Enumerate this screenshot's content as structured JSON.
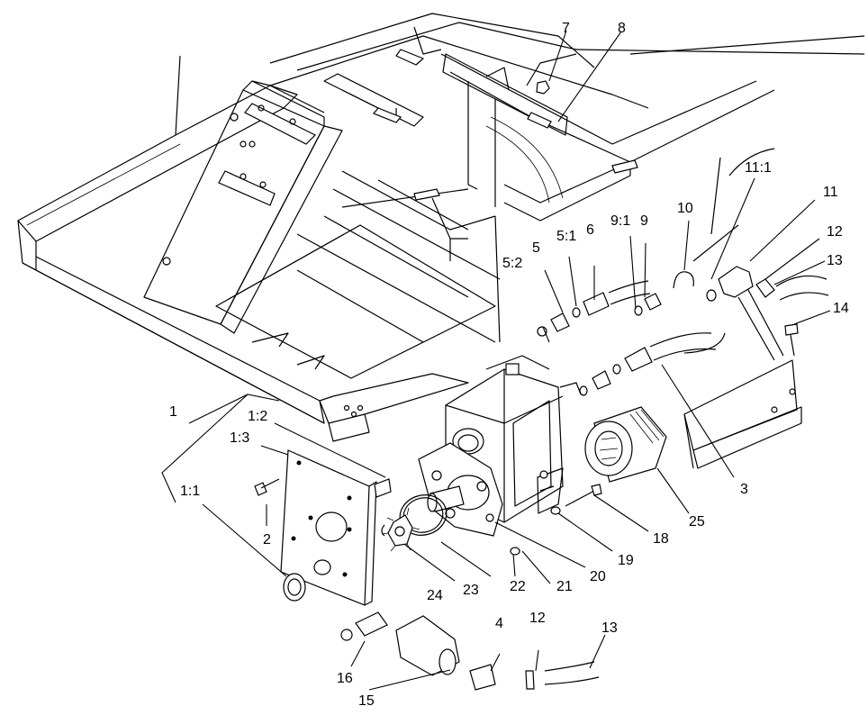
{
  "callouts": {
    "c1": "1",
    "c1_1": "1:1",
    "c1_2": "1:2",
    "c1_3": "1:3",
    "c2": "2",
    "c3": "3",
    "c4": "4",
    "c5": "5",
    "c5_1": "5:1",
    "c5_2": "5:2",
    "c6": "6",
    "c7": "7",
    "c8": "8",
    "c9": "9",
    "c9_1": "9:1",
    "c10": "10",
    "c11": "11",
    "c11_1": "11:1",
    "c12a": "12",
    "c12b": "12",
    "c13a": "13",
    "c13b": "13",
    "c14": "14",
    "c15": "15",
    "c16": "16",
    "c18": "18",
    "c19": "19",
    "c20": "20",
    "c21": "21",
    "c22": "22",
    "c23": "23",
    "c24": "24",
    "c25": "25"
  }
}
